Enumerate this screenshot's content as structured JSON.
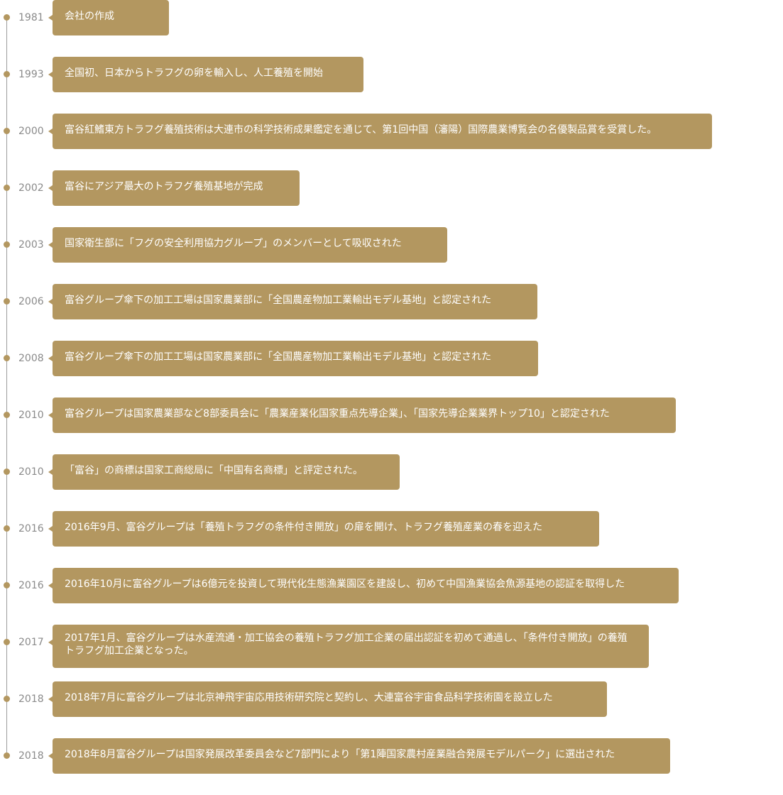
{
  "timeline": {
    "events": [
      {
        "year": "1981",
        "text": "会社の作成"
      },
      {
        "year": "1993",
        "text": "全国初、日本からトラフグの卵を輸入し、人工養殖を開始"
      },
      {
        "year": "2000",
        "text": "富谷紅鰭東方トラフグ養殖技術は大連市の科学技術成果鑑定を通じて、第1回中国（瀋陽）国際農業博覧会の名優製品賞を受賞した。"
      },
      {
        "year": "2002",
        "text": "富谷にアジア最大のトラフグ養殖基地が完成"
      },
      {
        "year": "2003",
        "text": "国家衛生部に「フグの安全利用協力グループ」のメンバーとして吸収された"
      },
      {
        "year": "2006",
        "text": "富谷グループ傘下の加工工場は国家農業部に「全国農産物加工業輸出モデル基地」と認定された"
      },
      {
        "year": "2008",
        "text": "富谷グループ傘下の加工工場は国家農業部に「全国農産物加工業輸出モデル基地」と認定された"
      },
      {
        "year": "2010",
        "text": "富谷グループは国家農業部など8部委員会に「農業産業化国家重点先導企業」、「国家先導企業業界トップ10」と認定された"
      },
      {
        "year": "2010",
        "text": "「富谷」の商標は国家工商総局に「中国有名商標」と評定された。"
      },
      {
        "year": "2016",
        "text": "2016年9月、富谷グループは「養殖トラフグの条件付き開放」の扉を開け、トラフグ養殖産業の春を迎えた"
      },
      {
        "year": "2016",
        "text": "2016年10月に富谷グループは6億元を投資して現代化生態漁業園区を建設し、初めて中国漁業協会魚源基地の認証を取得した"
      },
      {
        "year": "2017",
        "text": "2017年1月、富谷グループは水産流通・加工協会の養殖トラフグ加工企業の届出認証を初めて通過し、「条件付き開放」の養殖トラフグ加工企業となった。"
      },
      {
        "year": "2018",
        "text": "2018年7月に富谷グループは北京神飛宇宙応用技術研究院と契約し、大連富谷宇宙食品科学技術園を設立した"
      },
      {
        "year": "2018",
        "text": "2018年8月富谷グループは国家発展改革委員会など7部門により「第1陣国家農村産業融合発展モデルパーク」に選出された"
      }
    ]
  }
}
